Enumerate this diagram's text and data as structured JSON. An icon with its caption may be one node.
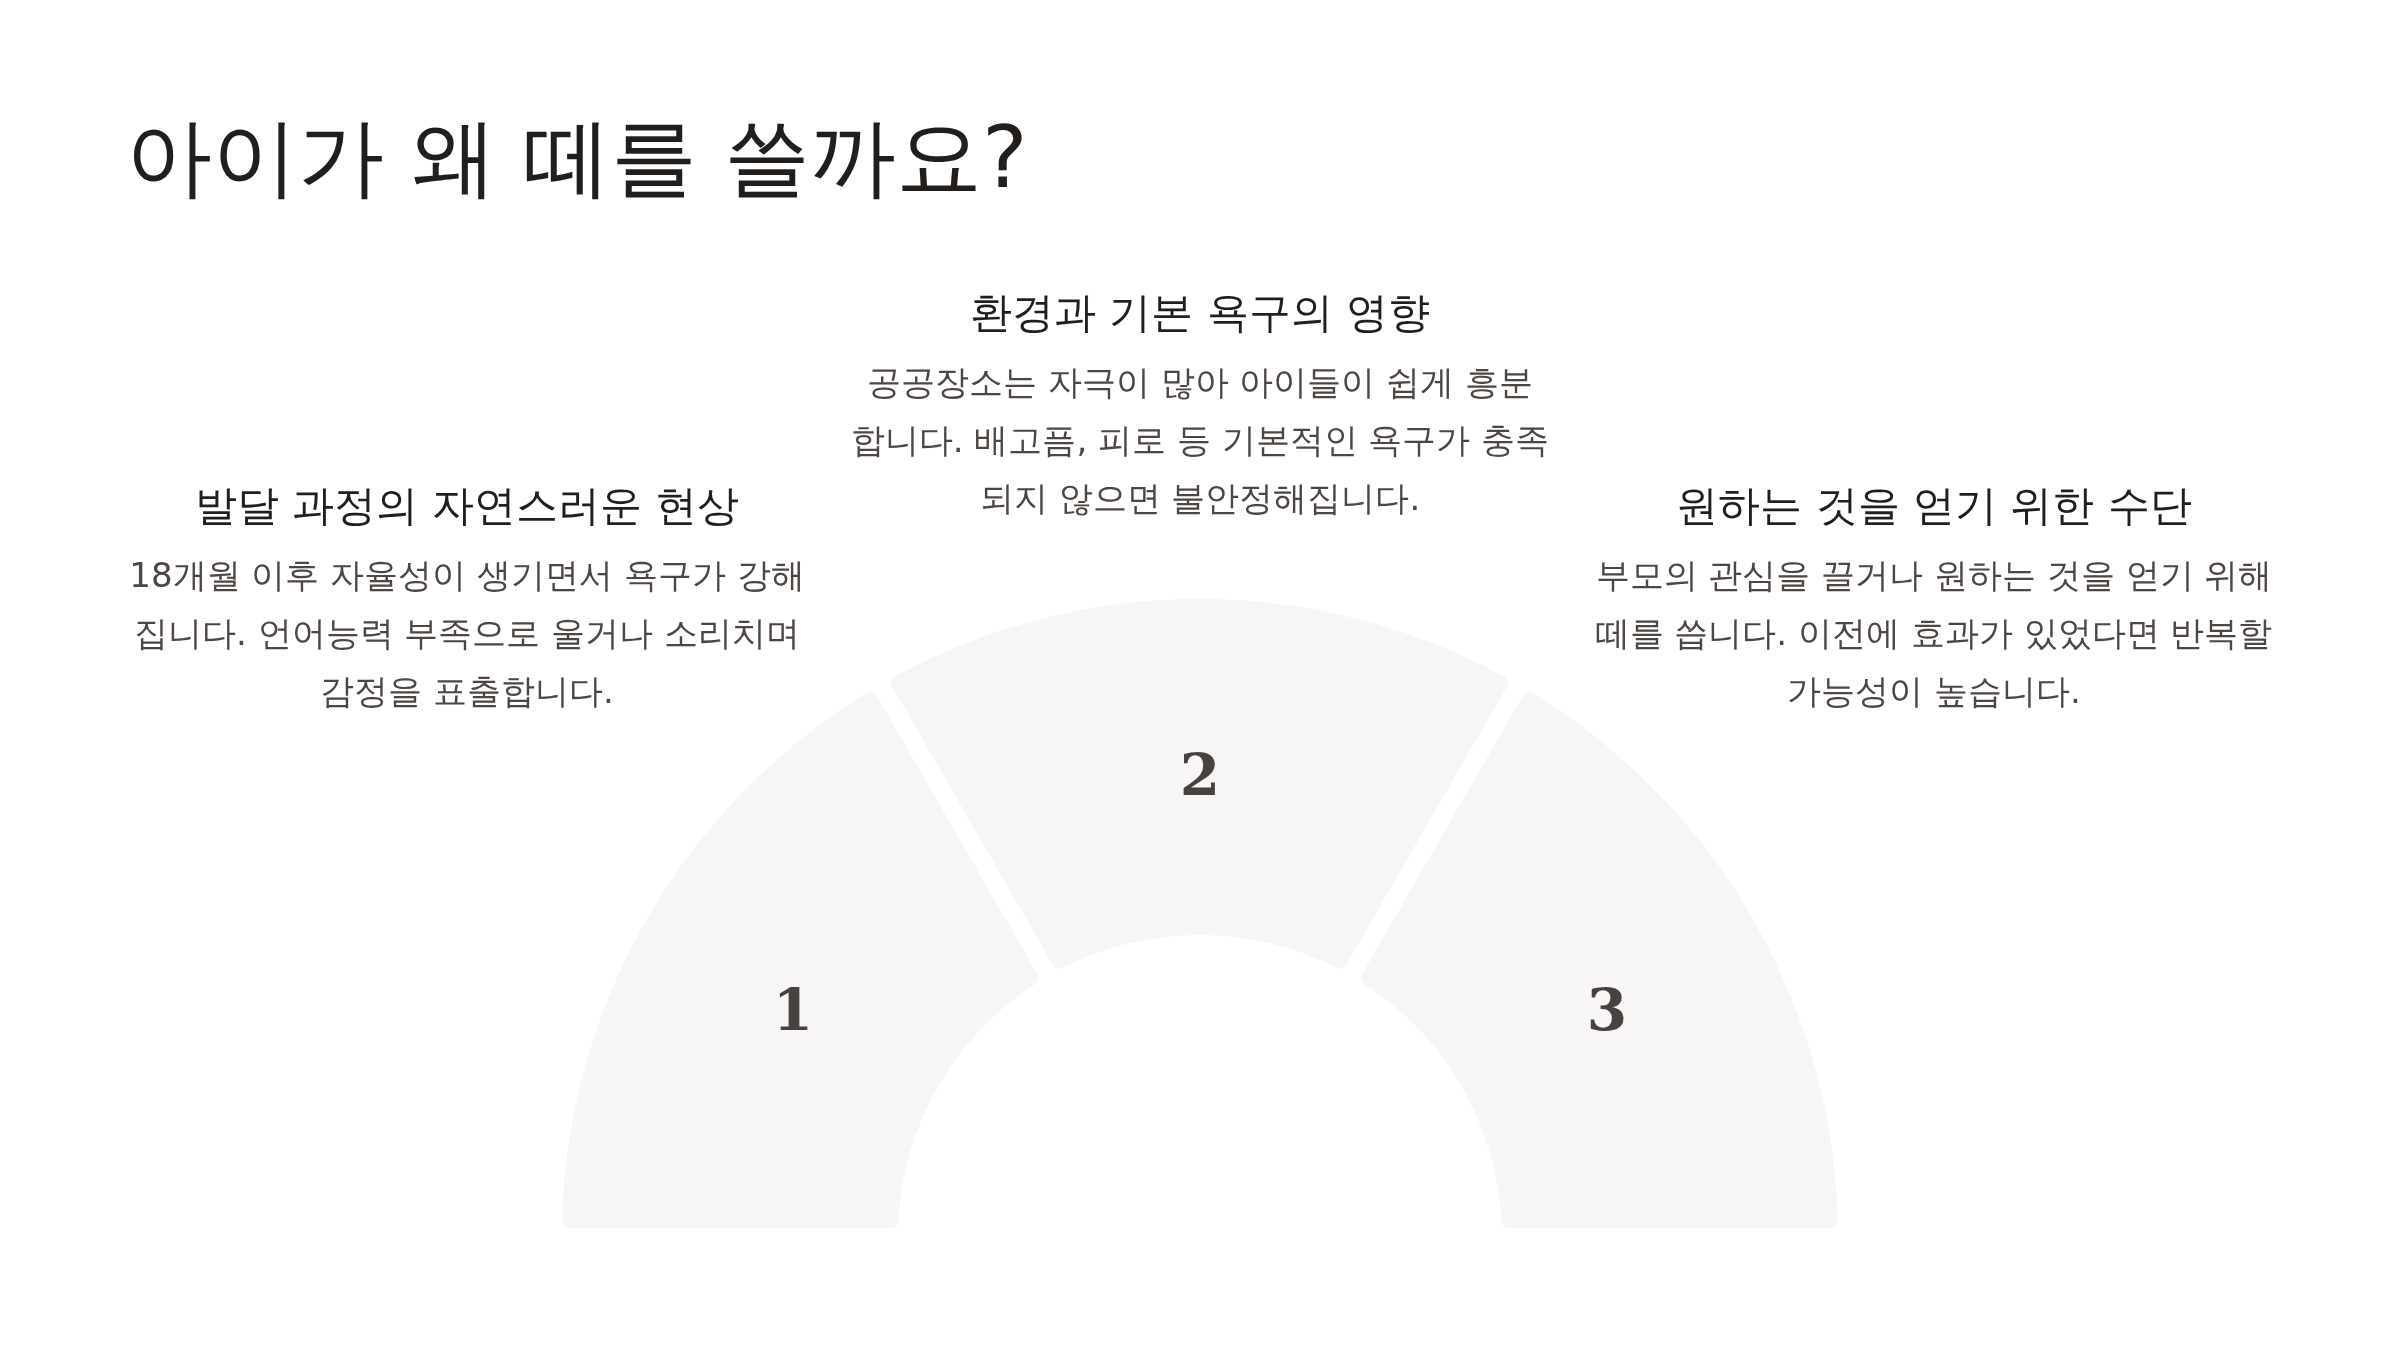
{
  "diagram": {
    "title": "아이가 왜 떼를 쓸까요?",
    "nodes": [
      {
        "text": [
          "1"
        ],
        "beside": [
          "발달 과정의 자연스러운 현상",
          "18개월 이후 자율성이 생기면서 욕구가 강해집니다. 언어능력 부족으로 울거나 소리치며 감정을 표출합니다."
        ]
      },
      {
        "text": [
          "2"
        ],
        "beside": [
          "환경과 기본 욕구의 영향",
          "공공장소는 자극이 많아 아이들이 쉽게 흥분합니다. 배고픔, 피로 등 기본적인 욕구가 충족되지 않으면 불안정해집니다."
        ]
      },
      {
        "text": [
          "3"
        ],
        "beside": [
          "원하는 것을 얻기 위한 수단",
          "부모의 관심을 끌거나 원하는 것을 얻기 위해 떼를 씁니다. 이전에 효과가 있었다면 반복할 가능성이 높습니다."
        ]
      }
    ],
    "edges": []
  }
}
